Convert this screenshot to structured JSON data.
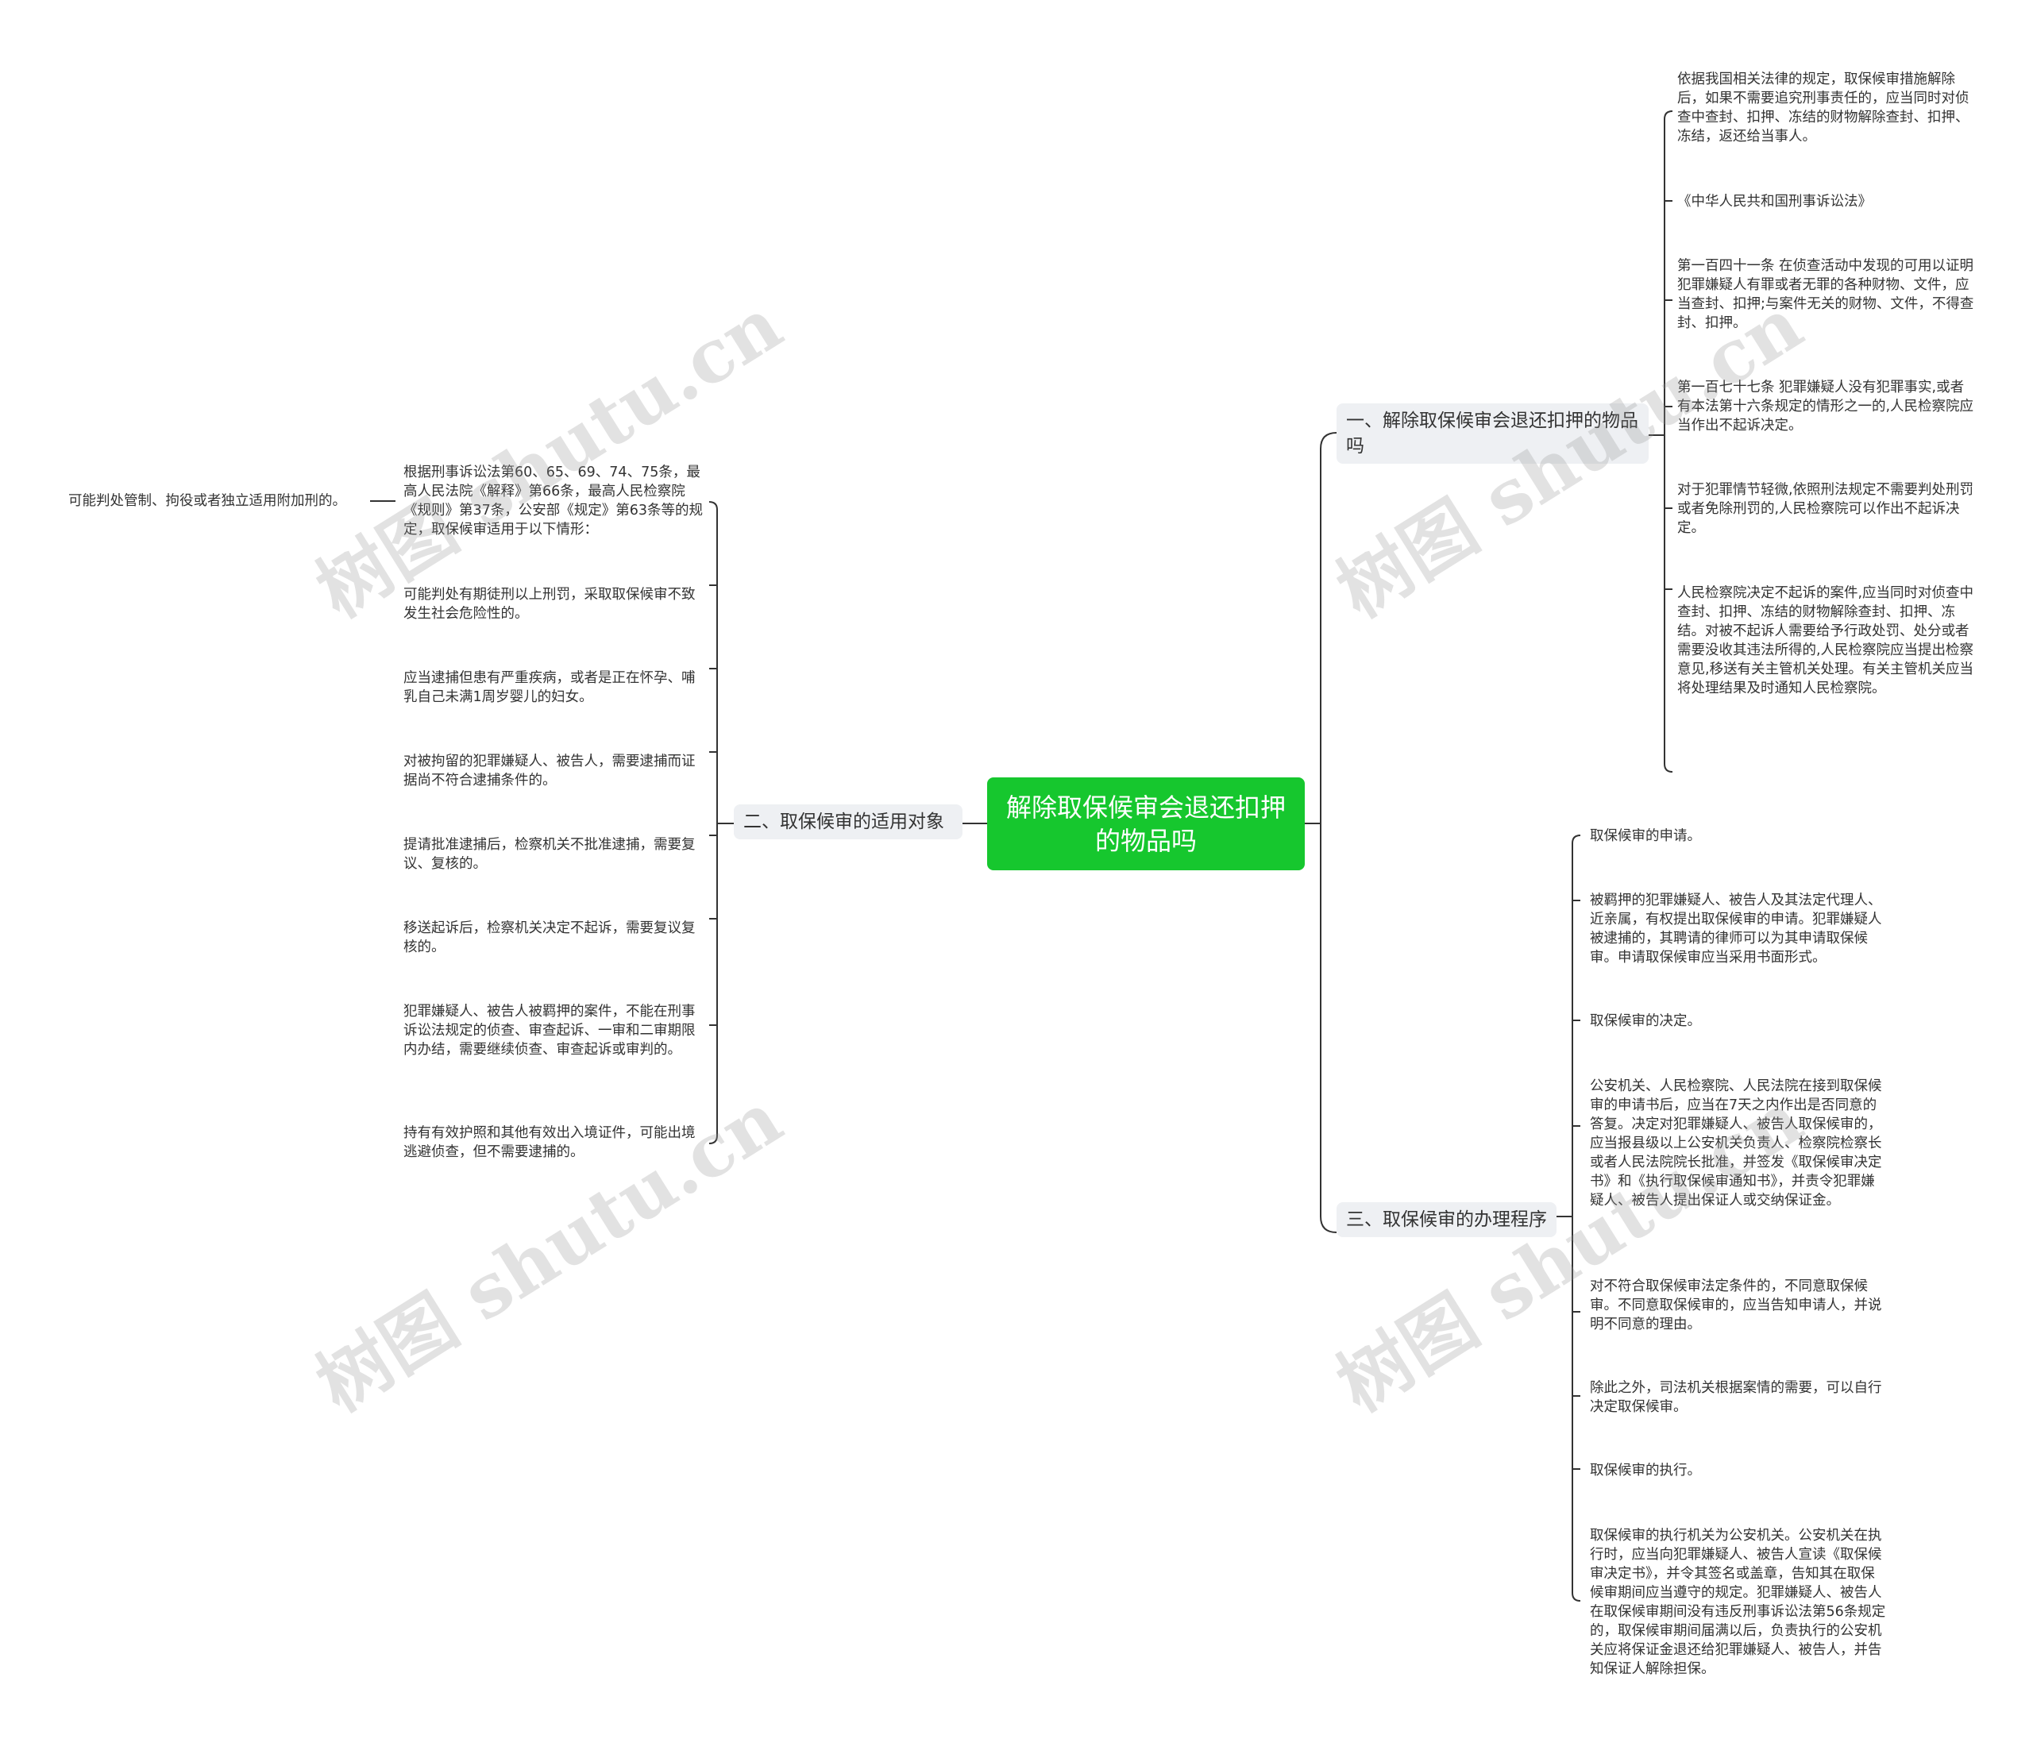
{
  "root": {
    "title": "解除取保候审会退还扣押的物品吗"
  },
  "branches": {
    "b1": {
      "label": "一、解除取保候审会退还扣押的物品吗",
      "items": [
        "依据我国相关法律的规定，取保候审措施解除后，如果不需要追究刑事责任的，应当同时对侦查中查封、扣押、冻结的财物解除查封、扣押、冻结，返还给当事人。",
        "《中华人民共和国刑事诉讼法》",
        "第一百四十一条 在侦查活动中发现的可用以证明犯罪嫌疑人有罪或者无罪的各种财物、文件，应当查封、扣押;与案件无关的财物、文件，不得查封、扣押。",
        "第一百七十七条 犯罪嫌疑人没有犯罪事实,或者有本法第十六条规定的情形之一的,人民检察院应当作出不起诉决定。",
        "对于犯罪情节轻微,依照刑法规定不需要判处刑罚或者免除刑罚的,人民检察院可以作出不起诉决定。",
        "人民检察院决定不起诉的案件,应当同时对侦查中查封、扣押、冻结的财物解除查封、扣押、冻结。对被不起诉人需要给予行政处罚、处分或者需要没收其违法所得的,人民检察院应当提出检察意见,移送有关主管机关处理。有关主管机关应当将处理结果及时通知人民检察院。"
      ]
    },
    "b2": {
      "label": "二、取保候审的适用对象",
      "items": [
        "根据刑事诉讼法第60、65、69、74、75条，最高人民法院《解释》第66条，最高人民检察院《规则》第37条，公安部《规定》第63条等的规定，取保候审适用于以下情形：",
        "可能判处有期徒刑以上刑罚，采取取保候审不致发生社会危险性的。",
        "应当逮捕但患有严重疾病，或者是正在怀孕、哺乳自己未满1周岁婴儿的妇女。",
        "对被拘留的犯罪嫌疑人、被告人，需要逮捕而证据尚不符合逮捕条件的。",
        "提请批准逮捕后，检察机关不批准逮捕，需要复议、复核的。",
        "移送起诉后，检察机关决定不起诉，需要复议复核的。",
        "犯罪嫌疑人、被告人被羁押的案件，不能在刑事诉讼法规定的侦查、审查起诉、一审和二审期限内办结，需要继续侦查、审查起诉或审判的。",
        "持有有效护照和其他有效出入境证件，可能出境逃避侦查，但不需要逮捕的。"
      ],
      "sub_item": "可能判处管制、拘役或者独立适用附加刑的。"
    },
    "b3": {
      "label": "三、取保候审的办理程序",
      "items": [
        "取保候审的申请。",
        "被羁押的犯罪嫌疑人、被告人及其法定代理人、近亲属，有权提出取保候审的申请。犯罪嫌疑人被逮捕的，其聘请的律师可以为其申请取保候审。申请取保候审应当采用书面形式。",
        "取保候审的决定。",
        "公安机关、人民检察院、人民法院在接到取保候审的申请书后，应当在7天之内作出是否同意的答复。决定对犯罪嫌疑人、被告人取保候审的，应当报县级以上公安机关负责人、检察院检察长或者人民法院院长批准，并签发《取保候审决定书》和《执行取保候审通知书》，并责令犯罪嫌疑人、被告人提出保证人或交纳保证金。",
        "对不符合取保候审法定条件的，不同意取保候审。不同意取保候审的，应当告知申请人，并说明不同意的理由。",
        "除此之外，司法机关根据案情的需要，可以自行决定取保候审。",
        "取保候审的执行。",
        "取保候审的执行机关为公安机关。公安机关在执行时，应当向犯罪嫌疑人、被告人宣读《取保候审决定书》，并令其签名或盖章，告知其在取保候审期间应当遵守的规定。犯罪嫌疑人、被告人在取保候审期间没有违反刑事诉讼法第56条规定的，取保候审期间届满以后，负责执行的公安机关应将保证金退还给犯罪嫌疑人、被告人，并告知保证人解除担保。"
      ]
    }
  },
  "watermark": {
    "text": "树图 shutu.cn"
  },
  "colors": {
    "root_bg": "#16c72e",
    "branch_bg": "#eef0f3",
    "line": "#333333"
  }
}
